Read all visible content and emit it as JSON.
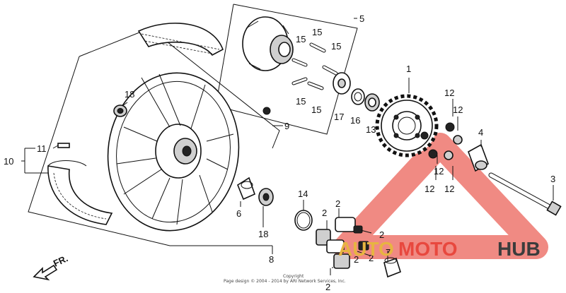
{
  "diagram": {
    "labels": {
      "p1": "1",
      "p2a": "2",
      "p2b": "2",
      "p2c": "2",
      "p2d": "2",
      "p2e": "2",
      "p2f": "2",
      "p3": "3",
      "p4": "4",
      "p5": "5",
      "p6": "6",
      "p7": "7",
      "p8": "8",
      "p9": "9",
      "p10": "10",
      "p11": "11",
      "p12a": "12",
      "p12b": "12",
      "p12c": "12",
      "p12d": "12",
      "p12e": "12",
      "p13": "13",
      "p14": "14",
      "p15a": "15",
      "p15b": "15",
      "p15c": "15",
      "p15d": "15",
      "p15e": "15",
      "p16": "16",
      "p17": "17",
      "p18a": "18",
      "p18b": "18",
      "fr": "FR."
    },
    "copyright_line1": "Copyright",
    "copyright_line2": "Page design © 2004 - 2014 by ARI Network Services, Inc.",
    "watermark": {
      "part1": "AUTO",
      "part2": "MOTO",
      "part3": "HUB",
      "color_red": "#e8483e",
      "color_gray": "#3c3c3c",
      "color_gold": "#e7b441"
    }
  }
}
